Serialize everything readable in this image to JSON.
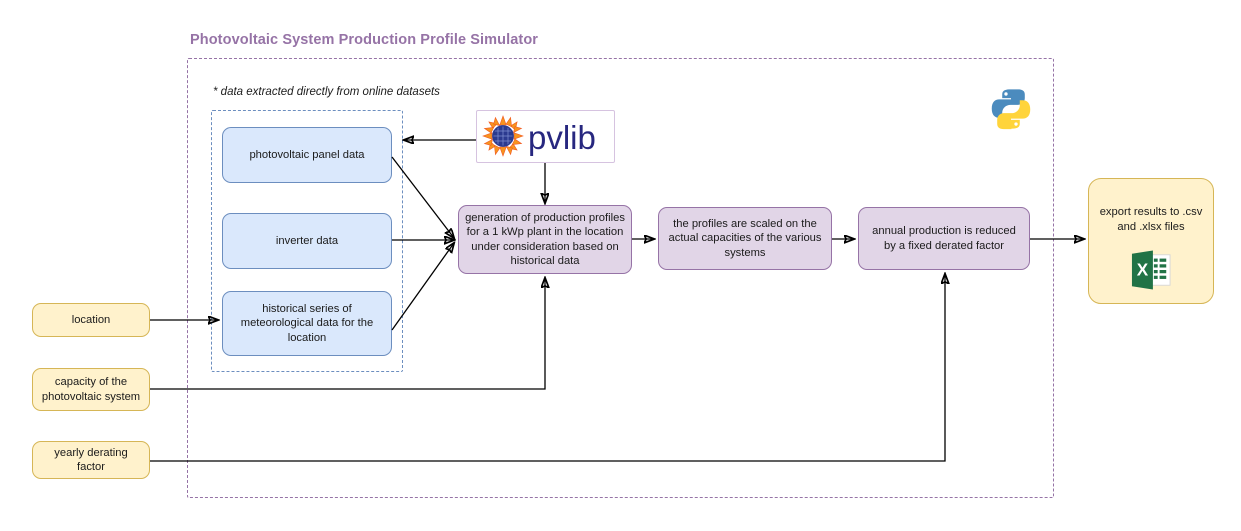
{
  "diagram": {
    "title": "Photovoltaic System Production Profile Simulator",
    "note": "* data extracted directly from online datasets",
    "colors": {
      "title": "#9673a6",
      "outer_frame_dash": "#9673a6",
      "inner_frame_dash": "#6c8ebf",
      "blue_fill": "#dae8fc",
      "blue_stroke": "#6c8ebf",
      "purple_fill": "#e1d5e7",
      "purple_stroke": "#9673a6",
      "yellow_fill": "#fff2cc",
      "yellow_stroke": "#d6b656",
      "excel_green": "#217346",
      "python_blue": "#4b8bbe",
      "python_yellow": "#ffd43b",
      "pvlib_navy": "#27277f",
      "pvlib_orange": "#f58220"
    }
  },
  "data_sources": {
    "panel": "photovoltaic panel data",
    "inverter": "inverter data",
    "historical": "historical series of meteorological data for the location"
  },
  "inputs": {
    "location": "location",
    "capacity": "capacity of the photovoltaic system",
    "derating": "yearly derating factor"
  },
  "process": {
    "generation": "generation of production profiles for a 1 kWp plant in the location under consideration based on historical data",
    "scaling": "the profiles are scaled on the actual capacities of the various systems",
    "derating": "annual production is reduced by a fixed derated factor"
  },
  "output": {
    "export": "export results to .csv and .xlsx files",
    "icon": "excel-icon"
  },
  "logos": {
    "pvlib": "pvlib",
    "pvlib_icon": "sun-solar-panel-icon",
    "python": "python-logo-icon"
  }
}
